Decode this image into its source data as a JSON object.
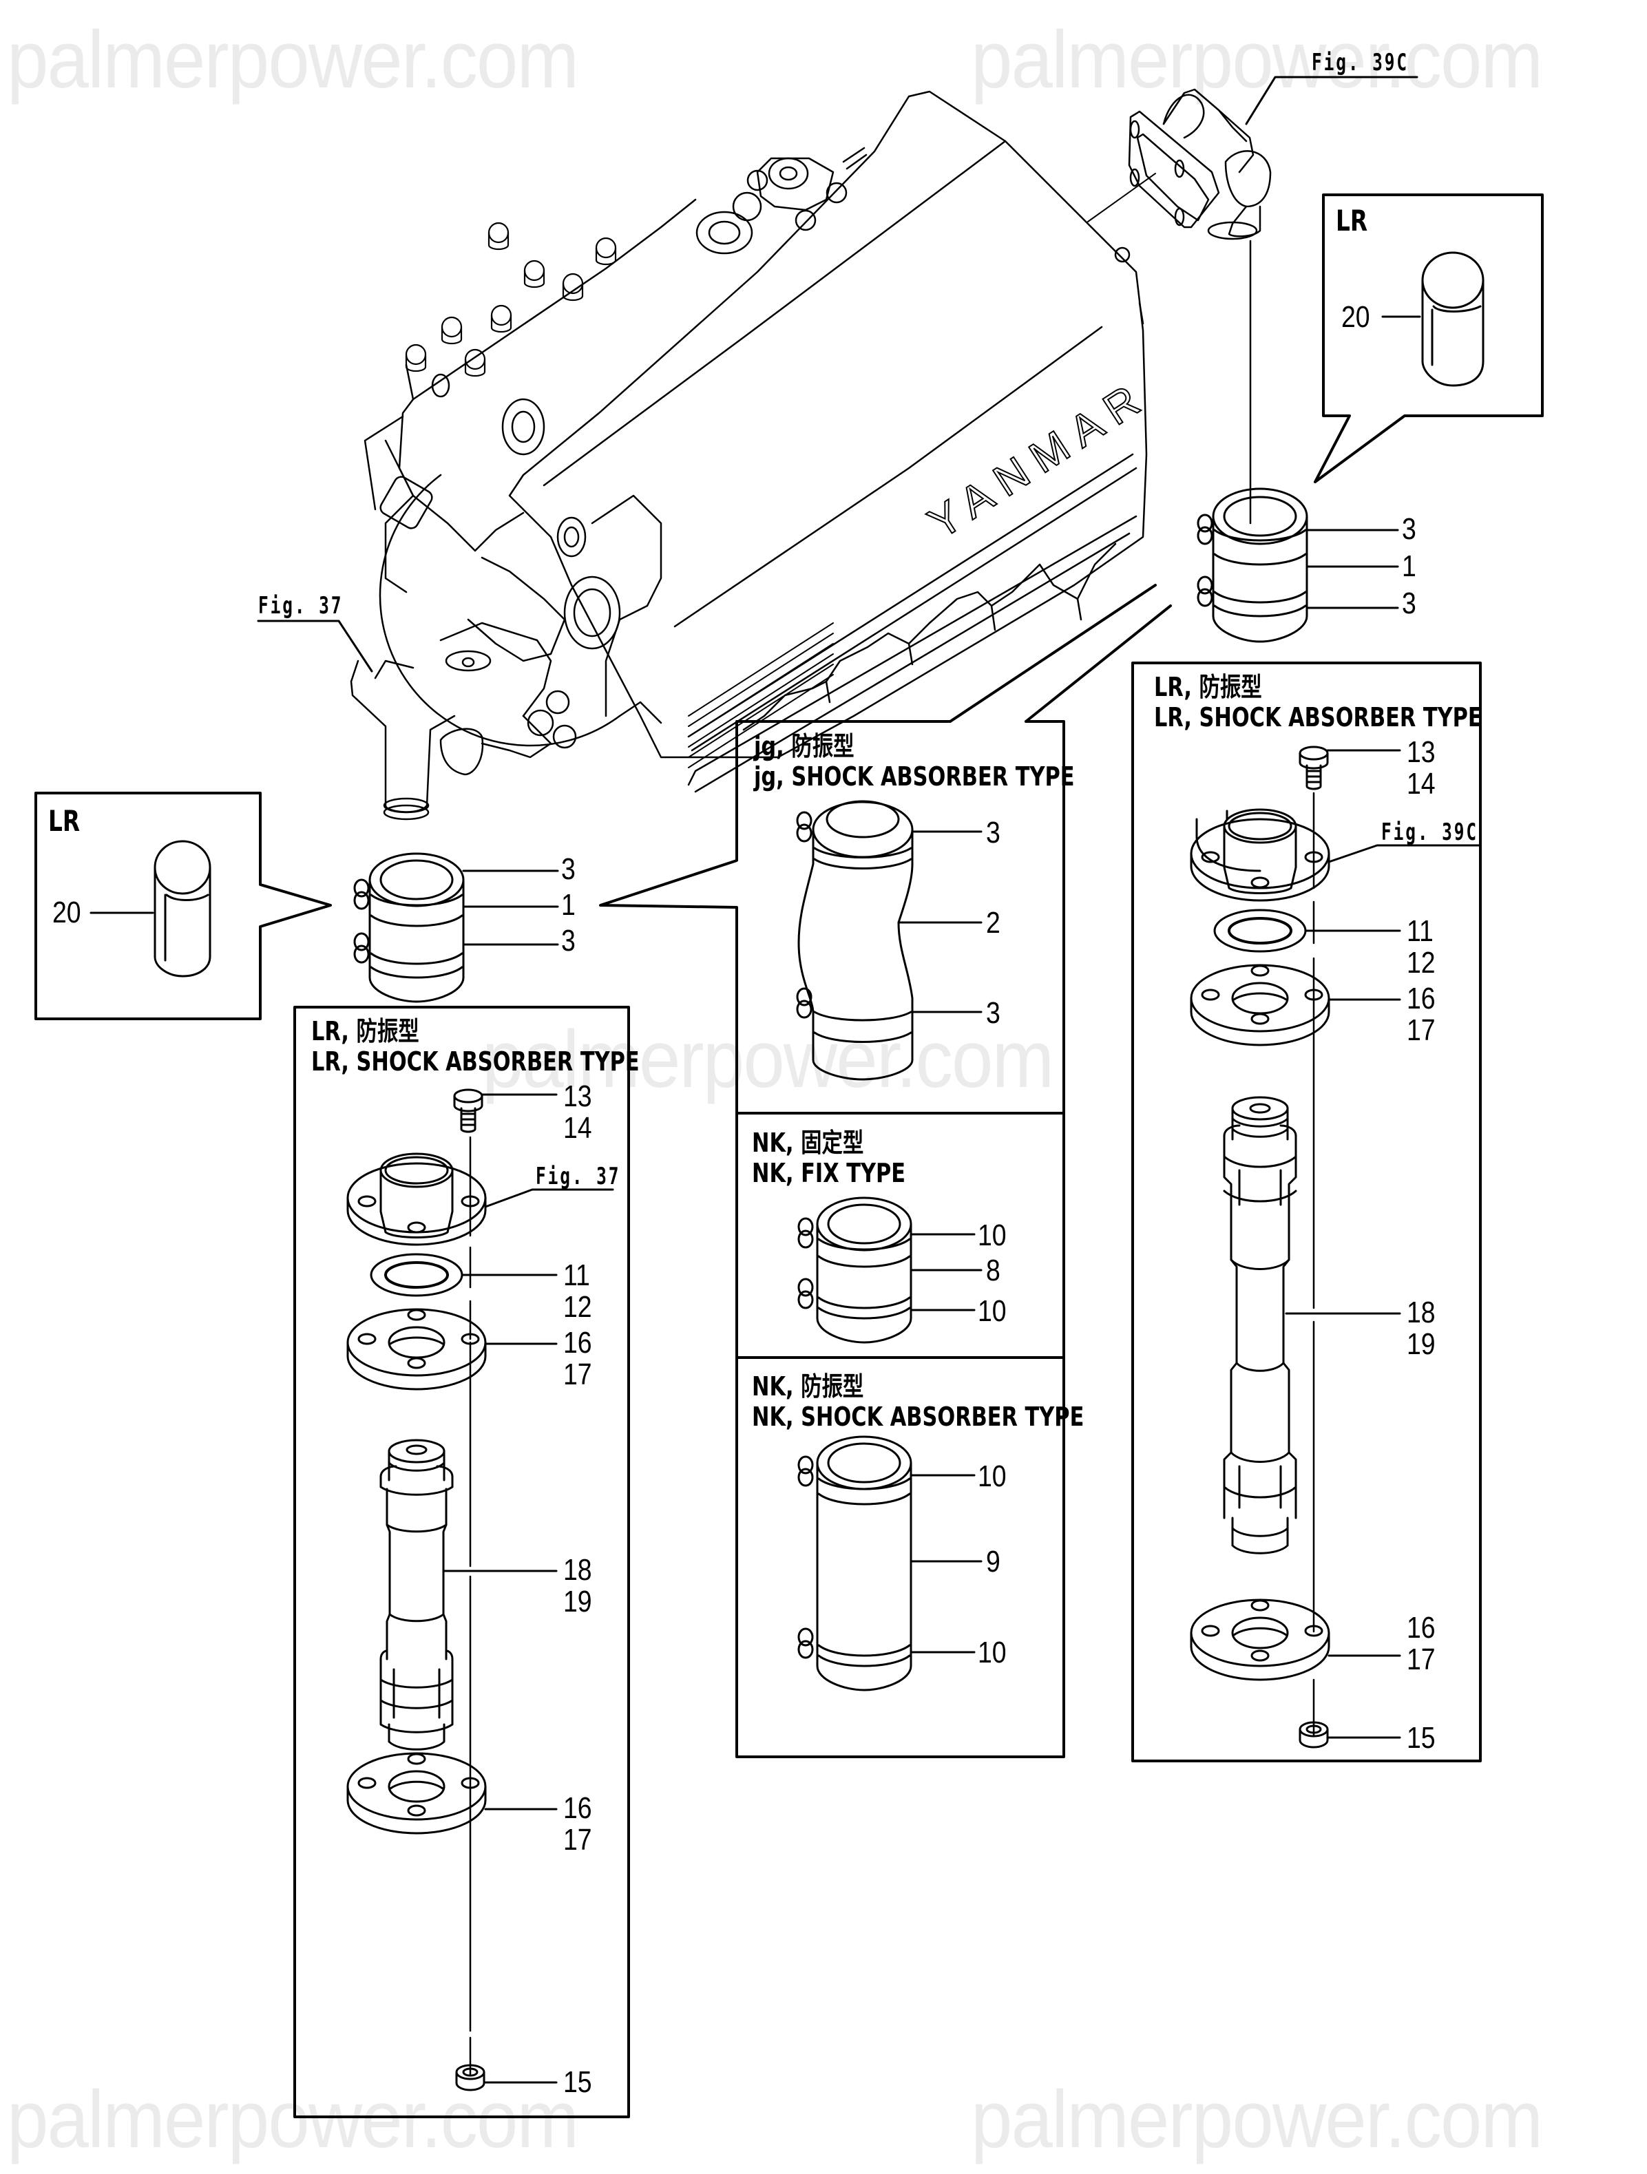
{
  "watermarks": {
    "text": "palmerpower.com",
    "color": "#ebebeb",
    "placements": [
      "top-left",
      "top-right",
      "center",
      "bottom-left",
      "bottom-right"
    ]
  },
  "engine": {
    "brand": "YANMAR"
  },
  "references": {
    "fig_39c": "Fig. 39C",
    "fig_37": "Fig. 37"
  },
  "inset_boxes": {
    "lr_top_right": {
      "title": "LR",
      "items": [
        {
          "callout": "20"
        }
      ]
    },
    "lr_left": {
      "title": "LR",
      "items": [
        {
          "callout": "20"
        }
      ]
    },
    "jg_shock": {
      "title_jp": "jg, 防振型",
      "title_en": "jg, SHOCK ABSORBER TYPE",
      "callouts": [
        "3",
        "2",
        "3"
      ]
    },
    "nk_fix": {
      "title_jp": "NK, 固定型",
      "title_en": "NK, FIX TYPE",
      "callouts": [
        "10",
        "8",
        "10"
      ]
    },
    "nk_shock": {
      "title_jp": "NK, 防振型",
      "title_en": "NK, SHOCK ABSORBER TYPE",
      "callouts": [
        "10",
        "9",
        "10"
      ]
    },
    "lr_shock_right": {
      "title_jp": "LR, 防振型",
      "title_en": "LR, SHOCK ABSORBER TYPE",
      "fig_ref": "Fig. 39C",
      "callouts": {
        "bolt": [
          "13",
          "14"
        ],
        "gasket": [
          "11",
          "12"
        ],
        "flange_top": [
          "16",
          "17"
        ],
        "pipe": [
          "18",
          "19"
        ],
        "flange_bottom": [
          "16",
          "17"
        ],
        "nut": [
          "15"
        ]
      }
    },
    "lr_shock_left": {
      "title_jp": "LR, 防振型",
      "title_en": "LR, SHOCK ABSORBER TYPE",
      "fig_ref": "Fig. 37",
      "callouts": {
        "bolt": [
          "13",
          "14"
        ],
        "gasket": [
          "11",
          "12"
        ],
        "flange_top": [
          "16",
          "17"
        ],
        "pipe": [
          "18",
          "19"
        ],
        "flange_bottom": [
          "16",
          "17"
        ],
        "nut": [
          "15"
        ]
      }
    }
  },
  "main_couplings": {
    "left": {
      "callouts": [
        "3",
        "1",
        "3"
      ]
    },
    "right": {
      "callouts": [
        "3",
        "1",
        "3"
      ]
    }
  }
}
